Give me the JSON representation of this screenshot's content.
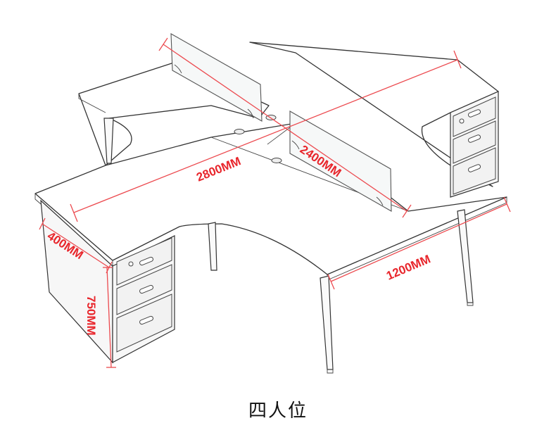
{
  "caption": "四人位",
  "dimensions": {
    "length_long": "2800MM",
    "length_short": "2400MM",
    "desk_width": "1200MM",
    "cabinet_depth": "400MM",
    "height": "750MM"
  },
  "colors": {
    "dimension": "#e8262c",
    "outline": "#333333"
  }
}
